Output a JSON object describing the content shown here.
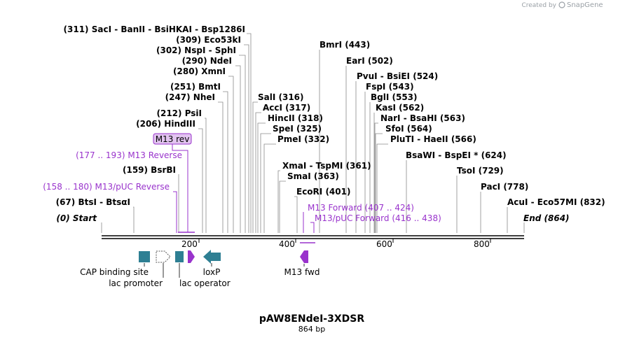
{
  "credit": {
    "prefix": "Created by",
    "brand": "SnapGene"
  },
  "plasmid": {
    "name": "pAW8ENdeI-3XDSR",
    "length_label": "864 bp"
  },
  "ruler": {
    "ticks": [
      "200",
      "400",
      "600",
      "800"
    ]
  },
  "sites": [
    {
      "text": "(311)  SacI   -  BanII   -  BsiHKAI   -  Bsp1286I"
    },
    {
      "text": "(309)  Eco53kI"
    },
    {
      "text": "(302)  NspI  -  SphI"
    },
    {
      "text": "(290)  NdeI"
    },
    {
      "text": "(280)  XmnI"
    },
    {
      "text": "(251)  BmtI"
    },
    {
      "text": "(247)  NheI"
    },
    {
      "text": "(212)  PsiI"
    },
    {
      "text": "(206)  HindIII"
    },
    {
      "text": "(159)  BsrBI"
    },
    {
      "text": "(67)  BtsI  -  BtsαI"
    },
    {
      "text": "(0)  Start"
    },
    {
      "text": "SalI   (316)"
    },
    {
      "text": "AccI   (317)"
    },
    {
      "text": "HincII   (318)"
    },
    {
      "text": "SpeI   (325)"
    },
    {
      "text": "PmeI   (332)"
    },
    {
      "text": "XmaI  -  TspMI   (361)"
    },
    {
      "text": "SmaI   (363)"
    },
    {
      "text": "EcoRI   (401)"
    },
    {
      "text": "BmrI   (443)"
    },
    {
      "text": "EarI   (502)"
    },
    {
      "text": "PvuI  -  BsiEI   (524)"
    },
    {
      "text": "FspI   (543)"
    },
    {
      "text": "BglI   (553)"
    },
    {
      "text": "KasI   (562)"
    },
    {
      "text": "NarI  -  BsaHI   (563)"
    },
    {
      "text": "SfoI   (564)"
    },
    {
      "text": "PluTI  -  HaeII   (566)"
    },
    {
      "text": "BsaWI   -  BspEI *   (624)"
    },
    {
      "text": "TsoI   (729)"
    },
    {
      "text": "PacI   (778)"
    },
    {
      "text": "AcuI   -  Eco57MI   (832)"
    },
    {
      "text": "End   (864)"
    }
  ],
  "primers": [
    {
      "text": "M13 rev"
    },
    {
      "text": "(177 .. 193)  M13 Reverse"
    },
    {
      "text": "(158 .. 180)  M13/pUC Reverse"
    },
    {
      "text": "M13 Forward   (407 .. 424)"
    },
    {
      "text": "M13/pUC Forward   (416 .. 438)"
    }
  ],
  "features": [
    {
      "text": "CAP binding site"
    },
    {
      "text": "lac promoter"
    },
    {
      "text": "lac operator"
    },
    {
      "text": "loxP"
    },
    {
      "text": "M13 fwd"
    }
  ],
  "colors": {
    "feature_teal": "#2e7f93",
    "primer_purple": "#9933cc",
    "primer_fill": "#e2c4f0",
    "credit_gray": "#9aa0a6"
  }
}
